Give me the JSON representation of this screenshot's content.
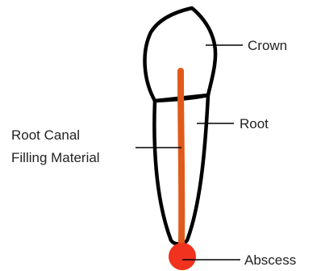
{
  "labels": {
    "crown": "Crown",
    "root": "Root",
    "filling_line1": "Root Canal",
    "filling_line2": "Filling Material",
    "abscess": "Abscess"
  },
  "colors": {
    "outline": "#000000",
    "filling": "#e05a1a",
    "abscess": "#f0321e",
    "text": "#222222",
    "background": "#ffffff"
  }
}
